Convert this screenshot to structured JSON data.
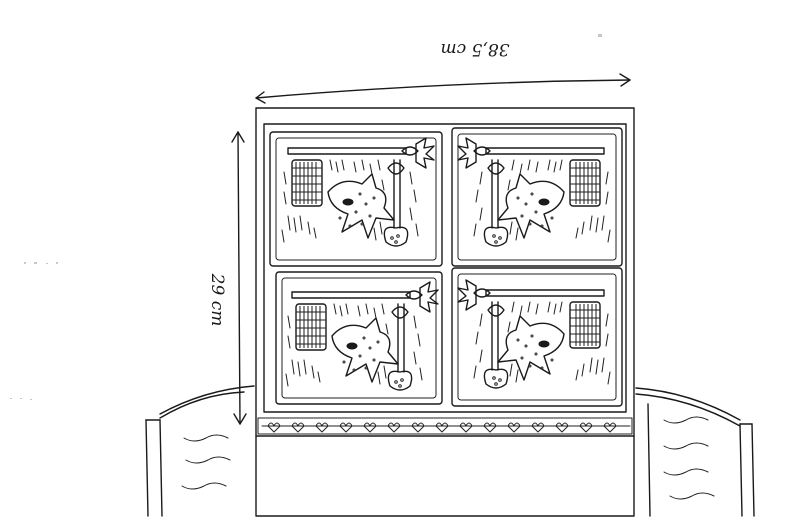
{
  "sketch": {
    "width_label": "38,5 cm",
    "height_label": "29 cm",
    "panel_count": 4,
    "panel_orientation": [
      "standard",
      "mirrored",
      "standard",
      "mirrored"
    ],
    "border_motif": "heart-chain"
  }
}
